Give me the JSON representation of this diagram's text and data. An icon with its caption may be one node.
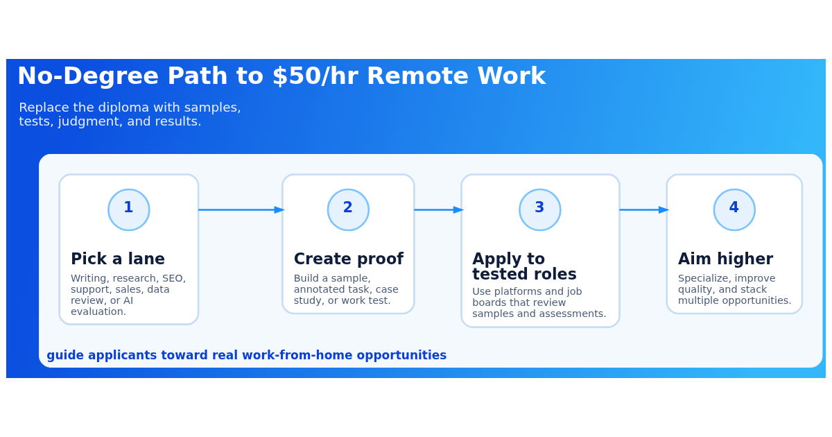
{
  "diagram": {
    "title": "No-Degree Path to $50/hr Remote Work",
    "nodes": [
      {
        "text": [
          "guide applicants toward real work-from-home opportunities"
        ]
      },
      {
        "text": [
          "Pick a lane",
          "Writing, research, SEO, support, sales, data review, or AI evaluation."
        ],
        "in": 0
      },
      {
        "text": [
          "1"
        ],
        "in": 1
      },
      {
        "text": [
          "Create proof",
          "Build a sample, annotated task, case study, or work test."
        ],
        "in": 0
      },
      {
        "text": [
          "2"
        ],
        "in": 3
      },
      {
        "text": [
          "Apply to tested roles",
          "Use platforms and job boards that review samples and assessments."
        ],
        "in": 0
      },
      {
        "text": [
          "3"
        ],
        "in": 5
      },
      {
        "text": [
          "Aim higher",
          "Specialize, improve quality, and stack multiple opportunities."
        ],
        "in": 0
      },
      {
        "text": [
          "4"
        ],
        "in": 7
      }
    ],
    "edges": [
      {
        "from": 1,
        "to": 3,
        "arrow": "to"
      },
      {
        "from": 3,
        "to": 5,
        "arrow": "to"
      },
      {
        "from": 5,
        "to": 7,
        "arrow": "to"
      }
    ],
    "labels": [
      "Replace the diploma with samples, tests, judgment, and results."
    ]
  }
}
